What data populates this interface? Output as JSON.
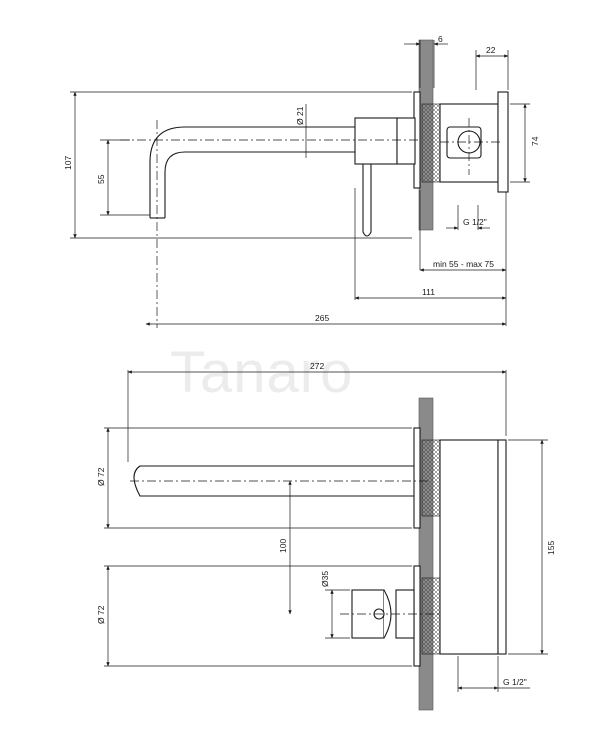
{
  "watermark": {
    "text": "Tanaro"
  },
  "side_view": {
    "dimensions": {
      "wall_thickness": "6",
      "box_depth": "22",
      "box_height": "74",
      "overall_height": "107",
      "spout_drop": "55",
      "spout_diameter": "Ø 21",
      "thread": "G 1/2\"",
      "install_depth": "min 55 - max 75",
      "handle_reach": "111",
      "spout_reach": "265"
    }
  },
  "front_view": {
    "dimensions": {
      "overall_length": "272",
      "rosette_upper": "Ø 72",
      "rosette_lower": "Ø 72",
      "handle_diameter": "Ø35",
      "axis_distance": "100",
      "box_height": "155",
      "thread": "G 1/2\""
    }
  }
}
